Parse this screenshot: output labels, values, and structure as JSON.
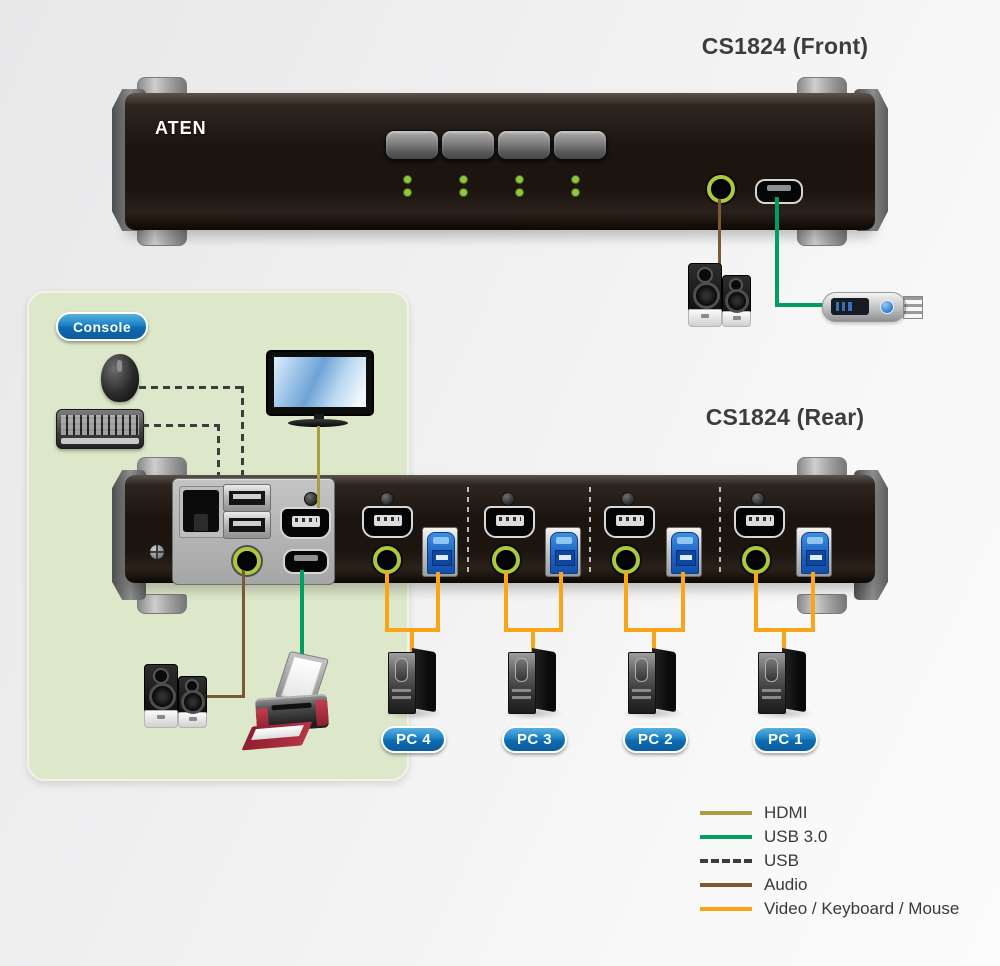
{
  "front": {
    "title": "CS1824 (Front)",
    "brand": "ATEN",
    "button_count": 4,
    "leds_per_button": 2,
    "ports": [
      "audio-jack",
      "usb"
    ]
  },
  "rear": {
    "title": "CS1824 (Rear)",
    "console_ports": [
      "rj45",
      "usb-keyboard",
      "usb-mouse",
      "hdmi",
      "audio-jack",
      "usb-3.0"
    ],
    "pc_section_count": 4
  },
  "console": {
    "label": "Console",
    "devices": [
      "mouse",
      "keyboard",
      "monitor",
      "speakers",
      "printer"
    ]
  },
  "front_peripherals": [
    "speakers",
    "usb-drive"
  ],
  "pcs": [
    {
      "label": "PC 4"
    },
    {
      "label": "PC 3"
    },
    {
      "label": "PC 2"
    },
    {
      "label": "PC 1"
    }
  ],
  "legend": {
    "items": [
      {
        "label": "HDMI",
        "color": "#a8a040",
        "line_style": "solid"
      },
      {
        "label": "USB 3.0",
        "color": "#009e60",
        "line_style": "solid"
      },
      {
        "label": "USB",
        "color": "#3c3c3c",
        "line_style": "dashed"
      },
      {
        "label": "Audio",
        "color": "#7a5a33",
        "line_style": "solid"
      },
      {
        "label": "Video / Keyboard / Mouse",
        "color": "#f9a51a",
        "line_style": "solid"
      }
    ]
  },
  "colors": {
    "console_box_green": "#dde7c9",
    "pill_blue": "#1b82c4",
    "led_green": "#8ec63f",
    "jack_ring_green": "#aac93c",
    "usb_b_blue": "#1b5fc0",
    "device_body": "#1b140f"
  }
}
